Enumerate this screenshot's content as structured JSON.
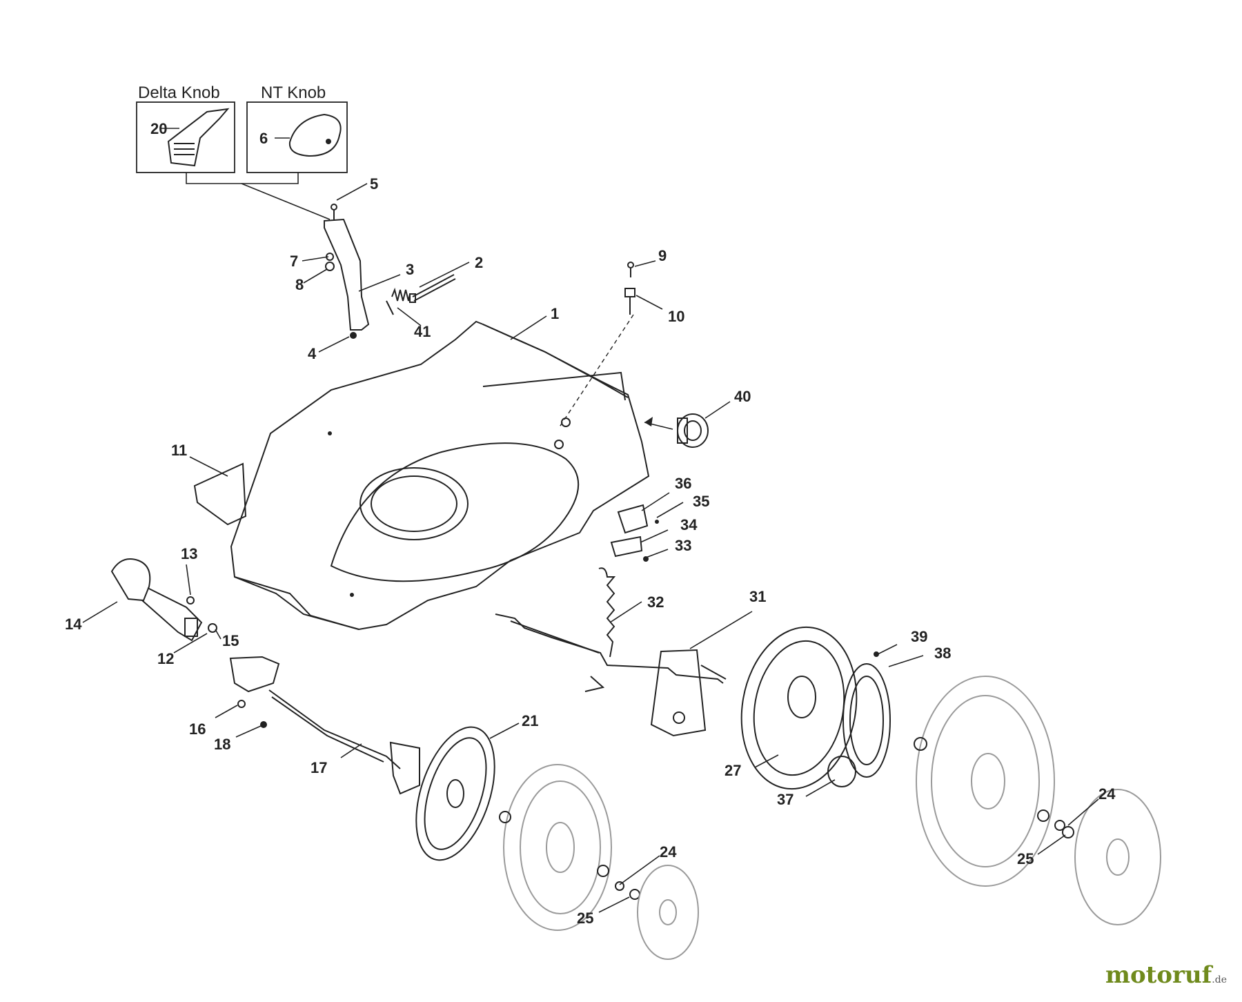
{
  "boxes": {
    "delta_knob_label": "Delta Knob",
    "nt_knob_label": "NT Knob"
  },
  "parts": {
    "p1": "1",
    "p2": "2",
    "p3": "3",
    "p4": "4",
    "p5": "5",
    "p6": "6",
    "p7": "7",
    "p8": "8",
    "p9": "9",
    "p10": "10",
    "p11": "11",
    "p12": "12",
    "p13": "13",
    "p14": "14",
    "p15": "15",
    "p16": "16",
    "p17": "17",
    "p18": "18",
    "p20": "20",
    "p21": "21",
    "p24a": "24",
    "p24b": "24",
    "p25a": "25",
    "p25b": "25",
    "p27": "27",
    "p31": "31",
    "p32": "32",
    "p33": "33",
    "p34": "34",
    "p35": "35",
    "p36": "36",
    "p37": "37",
    "p38": "38",
    "p39": "39",
    "p40": "40",
    "p41": "41"
  },
  "watermark": {
    "brand": "motoruf",
    "tld": ".de"
  }
}
